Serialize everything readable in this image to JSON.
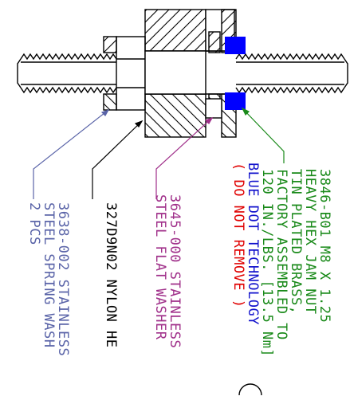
{
  "labels": {
    "jam_nut": {
      "lines": [
        "3846-B01 M8 X 1.25",
        "HEAVY HEX JAM NUT",
        "TIN PLATED BRASS,",
        "FACTORY ASSEMBLED TO",
        "120 IN./LBS. [13.5 Nm]"
      ],
      "color": "#1a8a1a"
    },
    "blue_dot": {
      "text": "BLUE DOT TECHNOLOGY",
      "color": "#1111cc"
    },
    "do_not_remove": {
      "text": "( DO NOT REMOVE )",
      "color": "#e00000"
    },
    "flat_washer": {
      "lines": [
        "3645-000 STAINLESS",
        "STEEL FLAT WASHER"
      ],
      "color": "#a0308a"
    },
    "nylon": {
      "text": "327D9N02 NYLON HE",
      "color": "#000000"
    },
    "spring_washer": {
      "lines": [
        "3638-002 STAINLESS",
        "STEEL SPRING WASH",
        "2 PCS"
      ],
      "color": "#5a64a8"
    }
  },
  "colors": {
    "outline": "#000000",
    "blue_dot": "#0000ff",
    "leader_spring": "#5a64a8",
    "leader_flat": "#a0308a",
    "leader_jam": "#1a8a1a",
    "leader_nylon": "#000000"
  }
}
